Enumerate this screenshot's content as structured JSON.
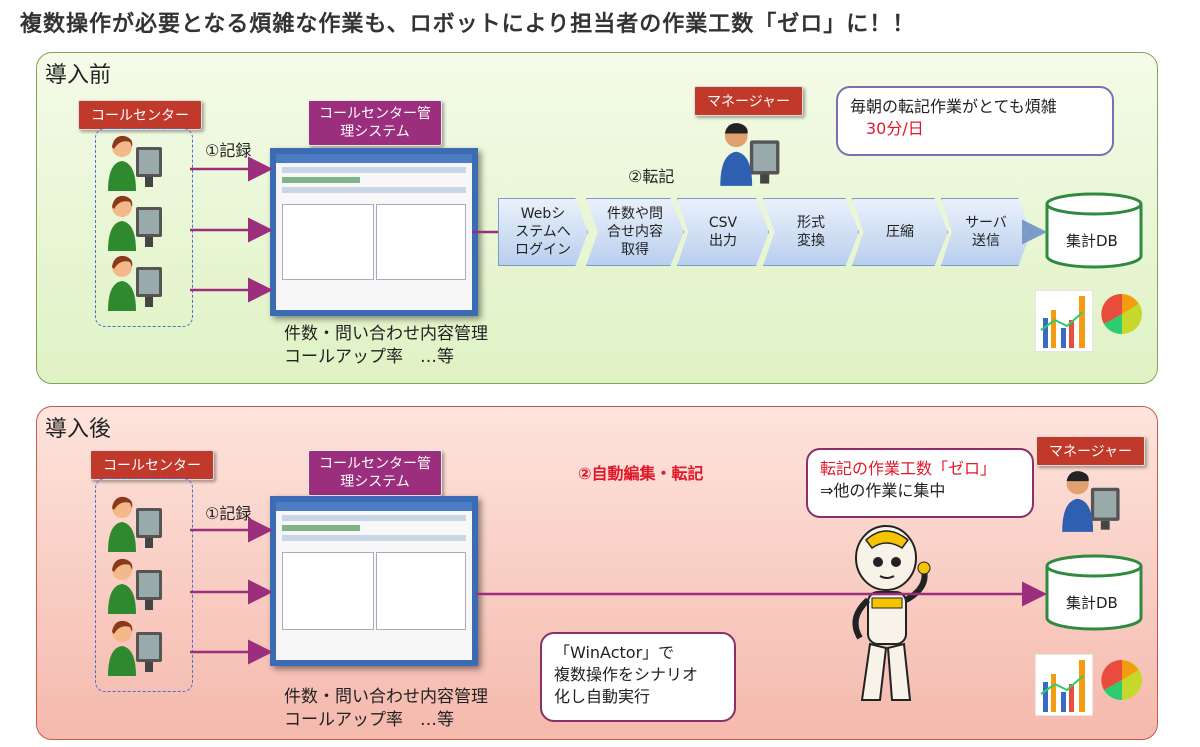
{
  "title": "複数操作が必要となる煩雑な作業も、ロボットにより担当者の作業工数「ゼロ」に！！",
  "before": {
    "panel_title": "導入前",
    "role_callcenter": "コールセンター",
    "system_label_1": "コールセンター管",
    "system_label_2": "理システム",
    "step1": "①記録",
    "step2": "②転記",
    "role_manager": "マネージャー",
    "bubble_line1": "毎朝の転記作業がとても煩雑",
    "bubble_line2": "30分/日",
    "caption_line1": "件数・問い合わせ内容管理",
    "caption_line2": "コールアップ率　…等",
    "process": [
      "Webシ\nステムへ\nログイン",
      "件数や問\n合せ内容\n取得",
      "CSV\n出力",
      "形式\n変換",
      "圧縮",
      "サーバ\n送信"
    ],
    "db": "集計DB"
  },
  "after": {
    "panel_title": "導入後",
    "role_callcenter": "コールセンター",
    "system_label_1": "コールセンター管",
    "system_label_2": "理システム",
    "step1": "①記録",
    "step2": "②自動編集・転記",
    "role_manager": "マネージャー",
    "bubble_line1": "転記の作業工数「ゼロ」",
    "bubble_line2": "⇒他の作業に集中",
    "winactor_line1": "「WinActor」で",
    "winactor_line2": "複数操作をシナリオ",
    "winactor_line3": "化し自動実行",
    "caption_line1": "件数・問い合わせ内容管理",
    "caption_line2": "コールアップ率　…等",
    "db": "集計DB"
  },
  "colors": {
    "arrow": "#9b2f7d",
    "accent_red": "#e0182a",
    "role_tag": "#c0392b",
    "system_tag": "#9b2f7d"
  },
  "icons": [
    "person-pc-icon",
    "database-icon",
    "bar-chart-icon",
    "pie-chart-icon",
    "robot-icon"
  ]
}
